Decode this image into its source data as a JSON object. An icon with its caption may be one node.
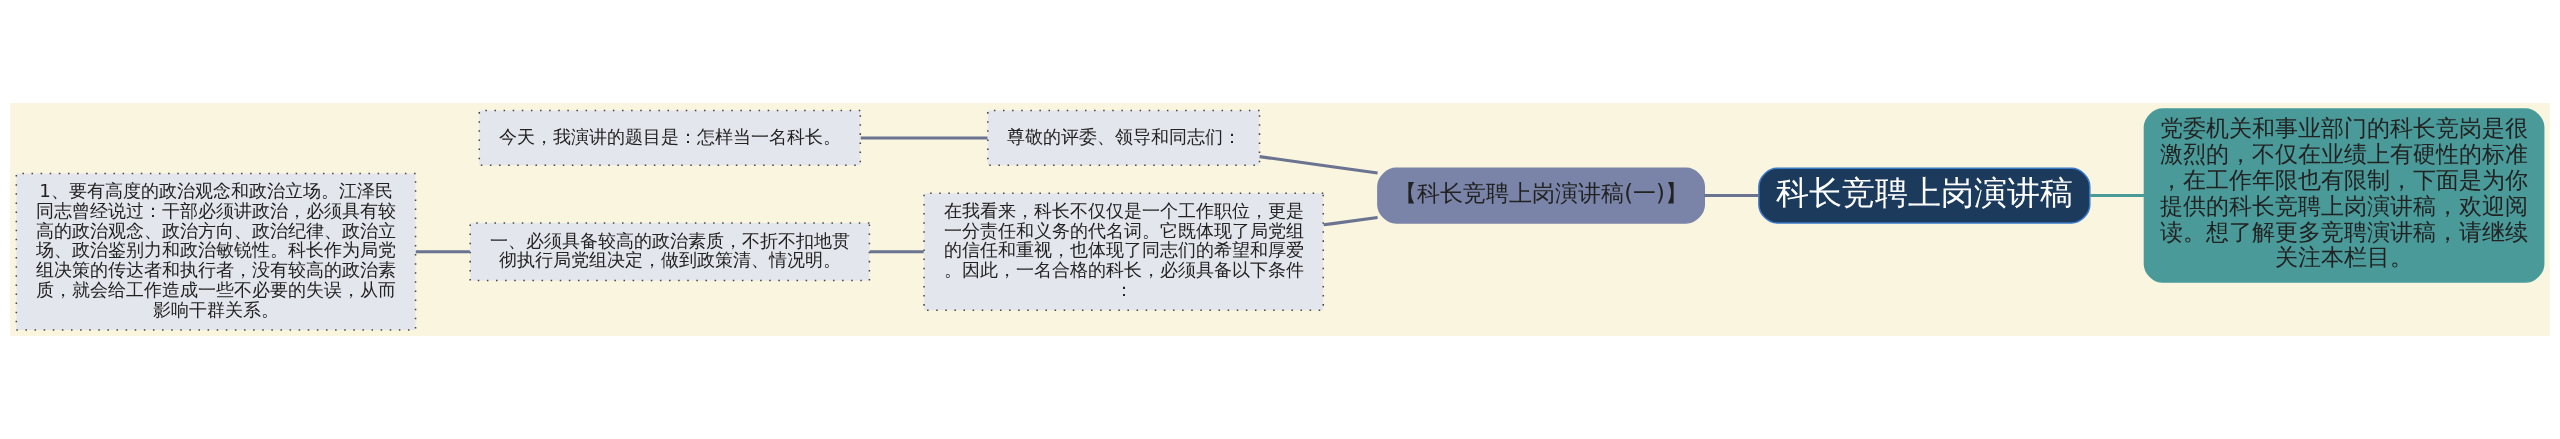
{
  "diagram": {
    "nodes": [
      {
        "text": [
          "科长竞聘上岗演讲稿"
        ]
      },
      {
        "text": [
          "党委机关和事业部门的科长竞岗是很激烈的，不仅在业绩上有硬性的标准，在工作年限也有限制，下面是为你提供的科长竞聘上岗演讲稿，欢迎阅读。想了解更多竞聘演讲稿，请继续关注本栏目。"
        ]
      },
      {
        "text": [
          "【科长竞聘上岗演讲稿(一)】"
        ]
      },
      {
        "text": [
          "尊敬的评委、领导和同志们："
        ]
      },
      {
        "text": [
          "今天，我演讲的题目是：怎样当一名科长。"
        ]
      },
      {
        "text": [
          "在我看来，科长不仅仅是一个工作职位，更是一分责任和义务的代名词。它既体现了局党组的信任和重视，也体现了同志们的希望和厚爱。因此，一名合格的科长，必须具备以下条件："
        ]
      },
      {
        "text": [
          "一、必须具备较高的政治素质，不折不扣地贯彻执行局党组决定，做到政策清、情况明。"
        ]
      },
      {
        "text": [
          "1、要有高度的政治观念和政治立场。江泽民同志曾经说过：干部必须讲政治，必须具有较高的政治观念、政治方向、政治纪律、政治立场、政治鉴别力和政治敏锐性。科长作为局党组决策的传达者和执行者，没有较高的政治素质，就会给工作造成一些不必要的失误，从而影响干群关系。"
        ]
      }
    ],
    "edges": [
      {
        "from": 0,
        "to": 1,
        "arrow": "none",
        "color": "#4a9a9a"
      },
      {
        "from": 0,
        "to": 2,
        "arrow": "none"
      },
      {
        "from": 2,
        "to": 3,
        "arrow": "none"
      },
      {
        "from": 3,
        "to": 4,
        "arrow": "none"
      },
      {
        "from": 2,
        "to": 5,
        "arrow": "none"
      },
      {
        "from": 5,
        "to": 6,
        "arrow": "none"
      },
      {
        "from": 6,
        "to": 7,
        "arrow": "none"
      }
    ]
  }
}
